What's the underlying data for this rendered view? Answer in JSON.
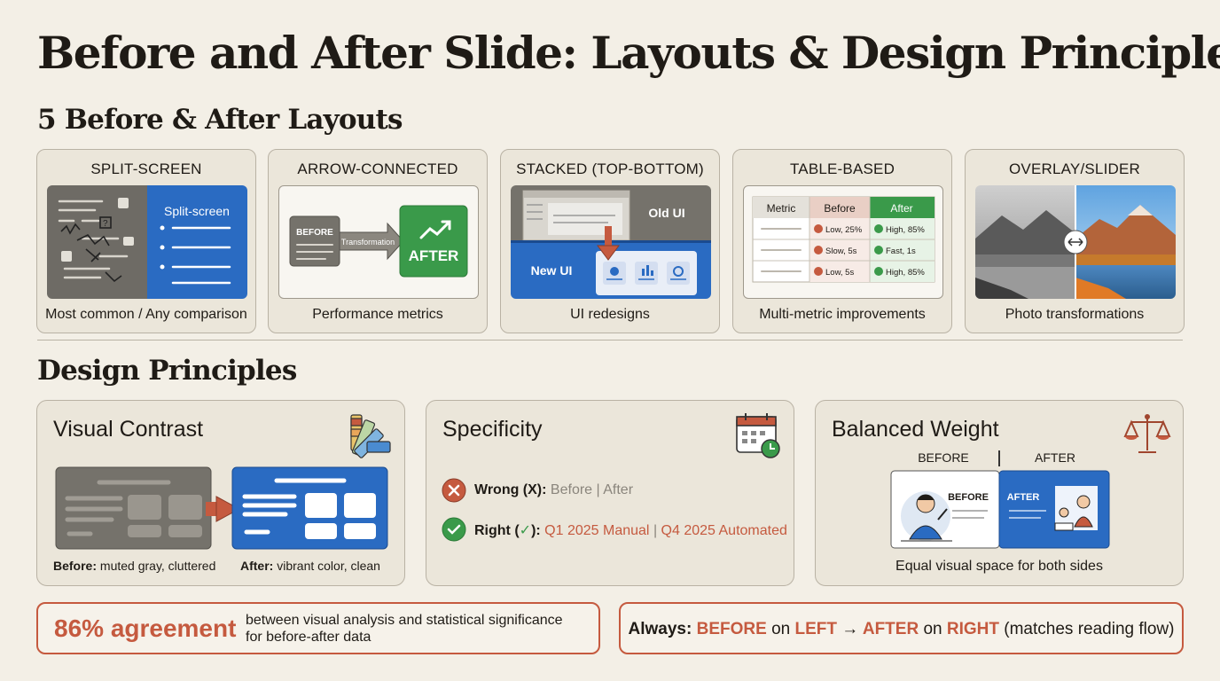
{
  "title": "Before and After Slide: Layouts & Design Principles",
  "layouts_section_title": "5 Before & After Layouts",
  "layouts": [
    {
      "heading": "SPLIT-SCREEN",
      "caption": "Most common / Any comparison",
      "inner_label": "Split-screen"
    },
    {
      "heading": "ARROW-CONNECTED",
      "caption": "Performance metrics",
      "before_label": "BEFORE",
      "arrow_label": "Transformation",
      "after_label": "AFTER"
    },
    {
      "heading": "STACKED (TOP-BOTTOM)",
      "caption": "UI redesigns",
      "old_label": "Old UI",
      "new_label": "New UI"
    },
    {
      "heading": "TABLE-BASED",
      "caption": "Multi-metric improvements",
      "table": {
        "headers": [
          "Metric",
          "Before",
          "After"
        ],
        "rows": [
          {
            "before": "Low, 25%",
            "after": "High, 85%"
          },
          {
            "before": "Slow, 5s",
            "after": "Fast, 1s"
          },
          {
            "before": "Low, 5s",
            "after": "High, 85%"
          }
        ]
      }
    },
    {
      "heading": "OVERLAY/SLIDER",
      "caption": "Photo transformations"
    }
  ],
  "principles_section_title": "Design Principles",
  "principles": {
    "visual_contrast": {
      "title": "Visual Contrast",
      "before_bold": "Before:",
      "before_text": " muted gray, cluttered",
      "after_bold": "After:",
      "after_text": " vibrant color, clean"
    },
    "specificity": {
      "title": "Specificity",
      "wrong_label": "Wrong (X):",
      "wrong_before": "Before",
      "wrong_after": "After",
      "right_label_start": "Right (",
      "right_check": "✓",
      "right_label_end": "):",
      "right_before": "Q1 2025 Manual",
      "right_after": "Q4 2025 Automated"
    },
    "balanced_weight": {
      "title": "Balanced Weight",
      "before_header": "BEFORE",
      "after_header": "AFTER",
      "inner_before": "BEFORE",
      "inner_after": "AFTER",
      "caption": "Equal visual space for both sides"
    }
  },
  "banner_left": {
    "stat": "86% agreement",
    "text_line1": "between visual analysis and statistical significance",
    "text_line2": "for before-after data"
  },
  "banner_right": {
    "lead": "Always:",
    "before": "BEFORE",
    "on1": " on ",
    "left": "LEFT",
    "arrow": " → ",
    "after": "AFTER",
    "on2": " on ",
    "right": "RIGHT",
    "tail": " (matches reading flow)"
  },
  "colors": {
    "background": "#f3efe6",
    "card": "#ebe6da",
    "accent": "#c55a3f",
    "blue": "#2a6bc2",
    "green": "#3a9a4a",
    "gray": "#75726b"
  }
}
